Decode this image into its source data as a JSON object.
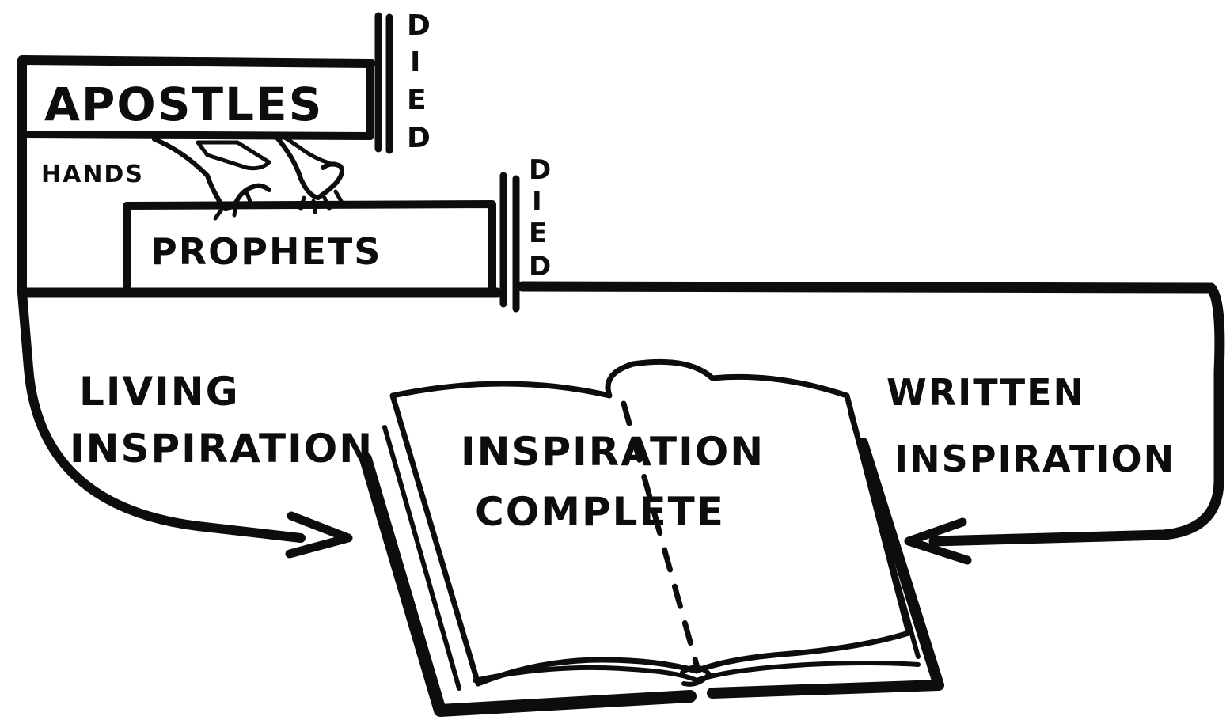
{
  "colors": {
    "ink": "#0d0d0d",
    "paper": "#ffffff"
  },
  "labels": {
    "apostles": "APOSTLES",
    "hands": "HANDS",
    "prophets": "PROPHETS",
    "died_apostles": [
      "D",
      "I",
      "E",
      "D"
    ],
    "died_prophets": [
      "D",
      "I",
      "E",
      "D"
    ],
    "living_line1": "LIVING",
    "living_line2": "INSPIRATION",
    "written_line1": "WRITTEN",
    "written_line2": "INSPIRATION",
    "book_line1": "INSPIRATION",
    "book_line2": "COMPLETE"
  },
  "icons": {
    "hands": "laying-on-of-hands-icon",
    "book": "open-bible-icon"
  }
}
